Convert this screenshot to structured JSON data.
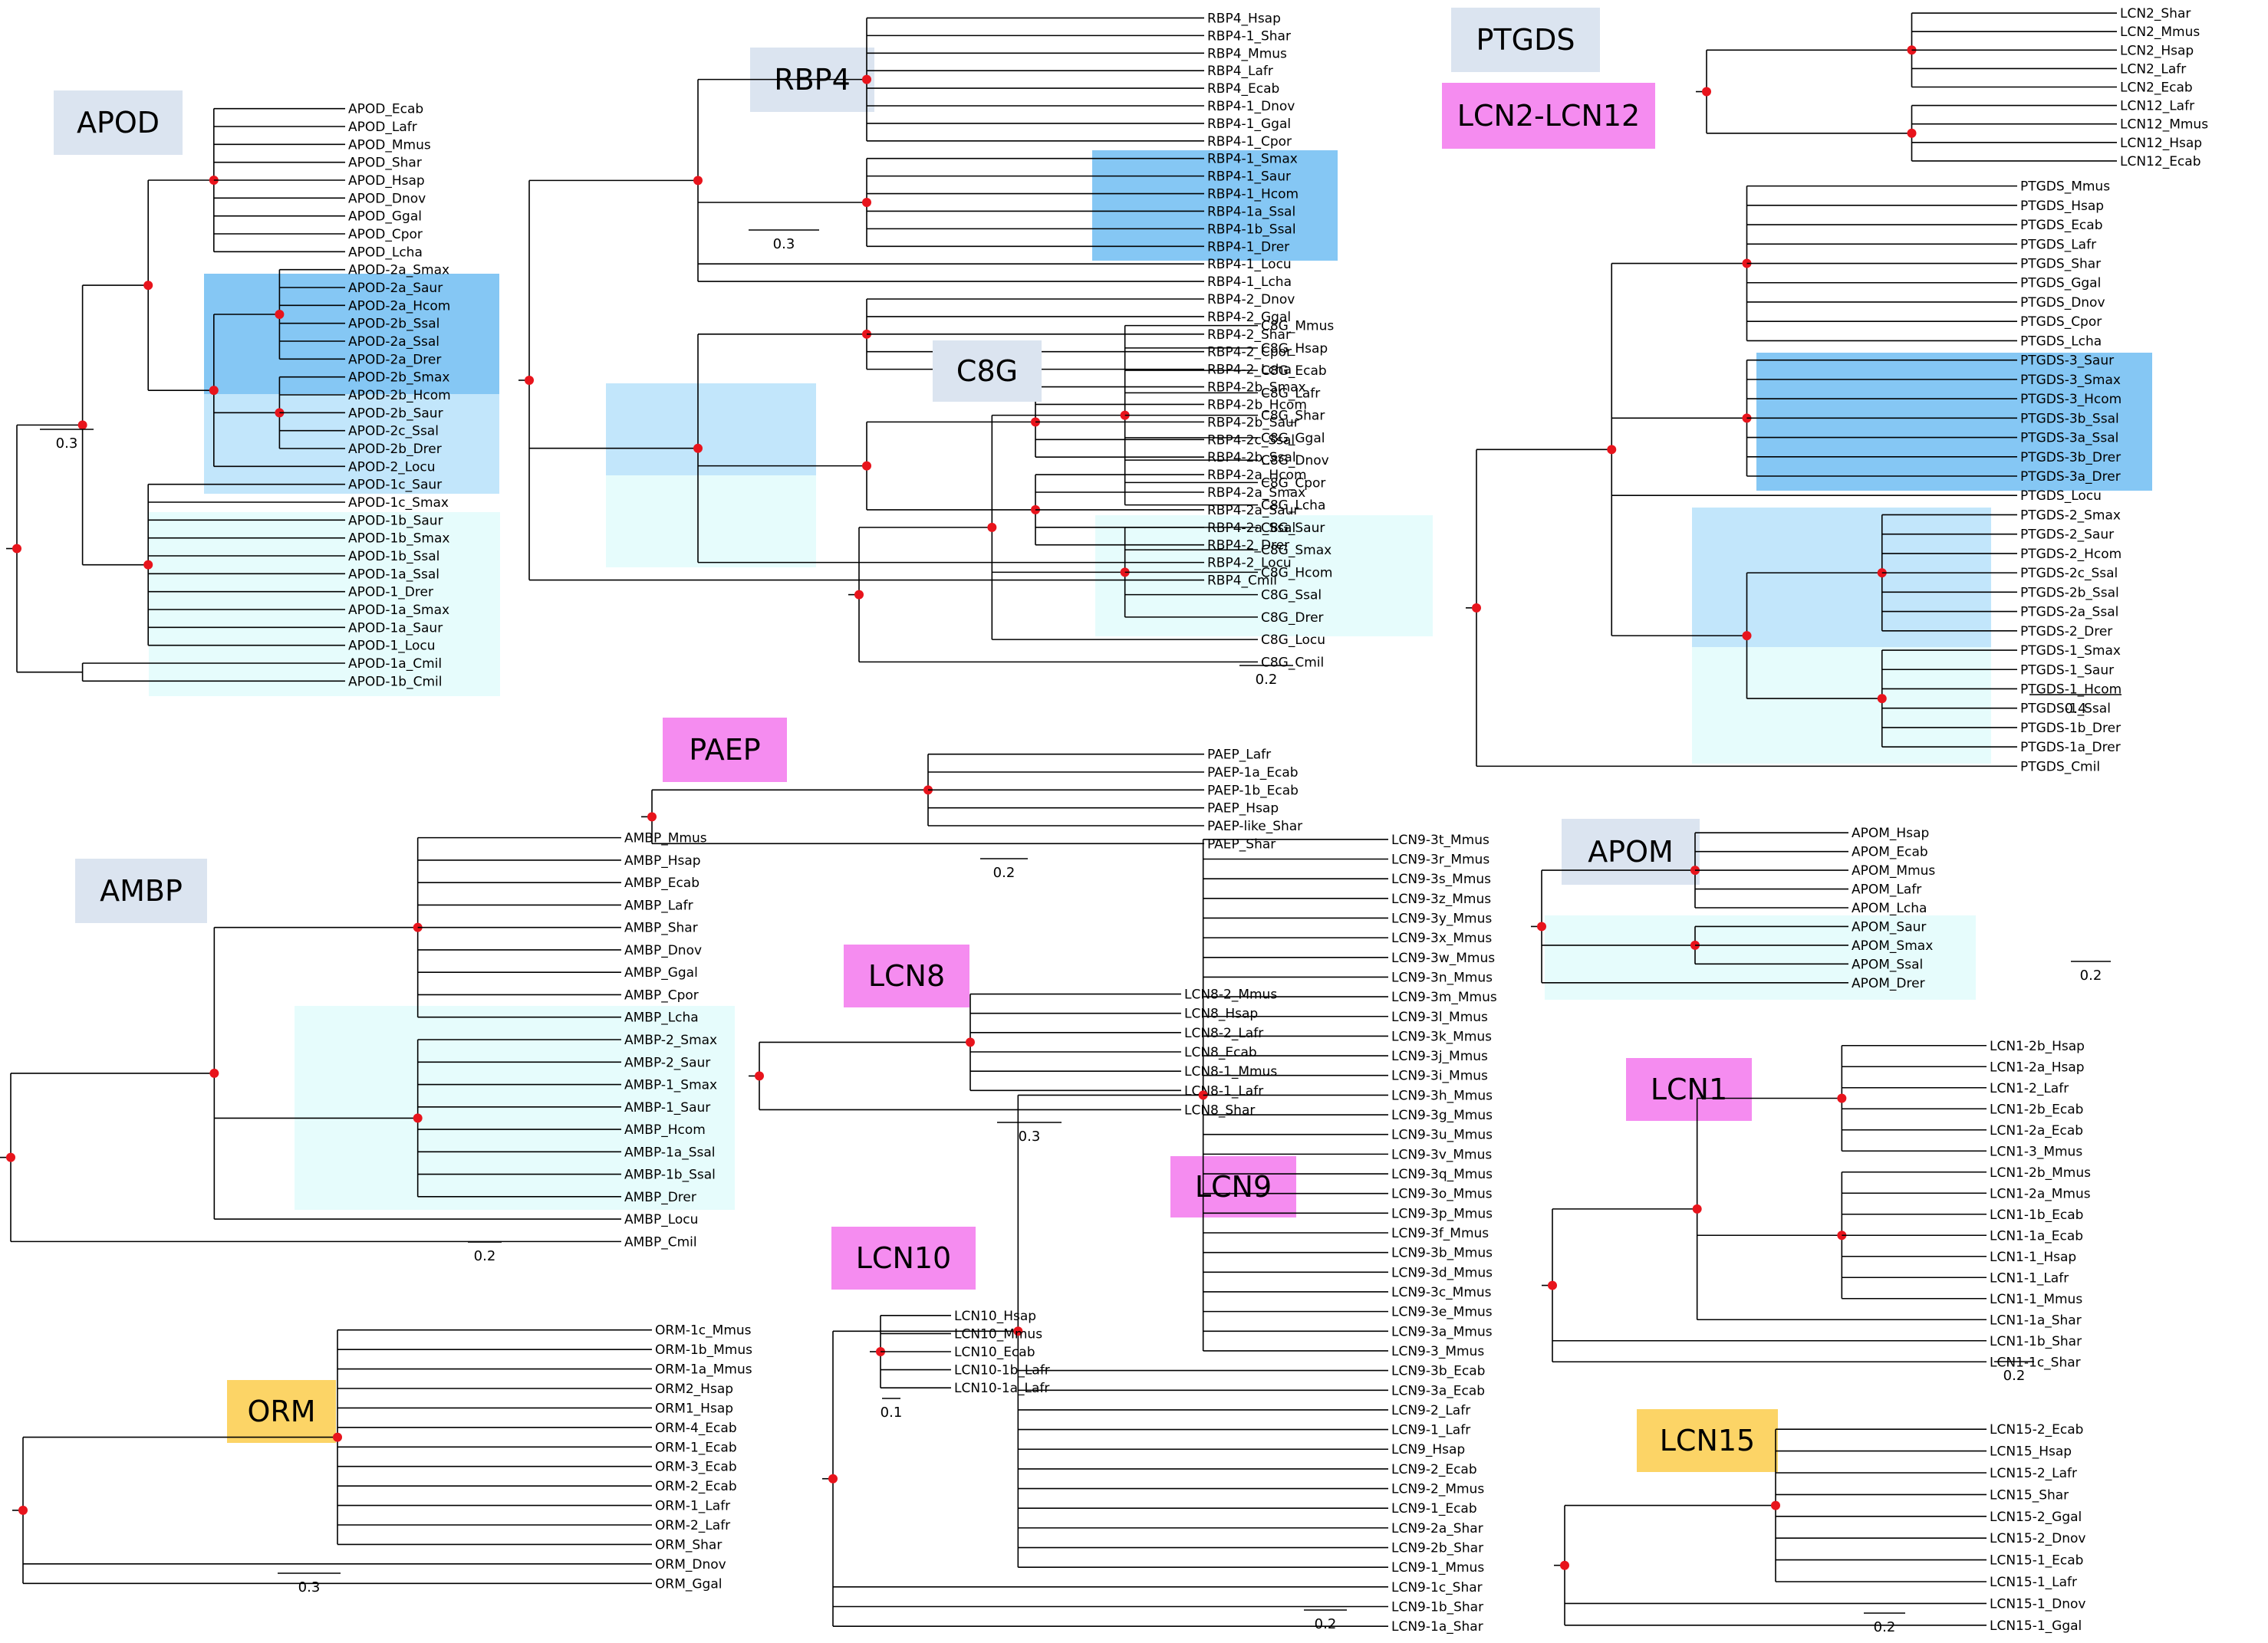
{
  "colors": {
    "title_gray": "#dbe4f0",
    "title_pink": "#f58cf0",
    "title_yellow": "#fcd466",
    "clade_pale": "#e6fcfc",
    "clade_light": "#c2e6fb",
    "clade_medium": "#85c7f4",
    "node_dot": "#e8141c"
  },
  "trees": [
    {
      "id": "apod",
      "title": "APOD",
      "title_color": "gray",
      "scale": "0.3",
      "tree": [
        "(",
        [
          "(",
          [
            "(",
            [
              "(",
              "APOD_Ecab",
              "APOD_Lafr",
              "APOD_Mmus",
              "APOD_Shar",
              "APOD_Hsap",
              "APOD_Dnov",
              "APOD_Ggal",
              "APOD_Cpor",
              "APOD_Lcha",
              ")"
            ],
            [
              "(",
              [
                "(",
                "APOD-2a_Smax",
                "APOD-2a_Saur",
                "APOD-2a_Hcom",
                "APOD-2b_Ssal",
                "APOD-2a_Ssal",
                "APOD-2a_Drer",
                ")"
              ],
              [
                "(",
                "APOD-2b_Smax",
                "APOD-2b_Hcom",
                "APOD-2b_Saur",
                "APOD-2c_Ssal",
                "APOD-2b_Drer",
                ")"
              ],
              "APOD-2_Locu",
              ")"
            ],
            ")"
          ],
          [
            "(",
            "APOD-1c_Saur",
            "APOD-1c_Smax",
            "APOD-1b_Saur",
            "APOD-1b_Smax",
            "APOD-1b_Ssal",
            "APOD-1a_Ssal",
            "APOD-1_Drer",
            "APOD-1a_Smax",
            "APOD-1a_Saur",
            "APOD-1_Locu",
            ")"
          ],
          ")"
        ],
        [
          "(",
          "APOD-1a_Cmil",
          "APOD-1b_Cmil",
          ")"
        ],
        ")"
      ]
    },
    {
      "id": "rbp4",
      "title": "RBP4",
      "title_color": "gray",
      "scale": "0.3",
      "tree": [
        "(",
        [
          "(",
          [
            "(",
            "RBP4_Hsap",
            "RBP4-1_Shar",
            "RBP4_Mmus",
            "RBP4_Lafr",
            "RBP4_Ecab",
            "RBP4-1_Dnov",
            "RBP4-1_Ggal",
            "RBP4-1_Cpor",
            ")"
          ],
          [
            "(",
            "RBP4-1_Smax",
            "RBP4-1_Saur",
            "RBP4-1_Hcom",
            "RBP4-1a_Ssal",
            "RBP4-1b_Ssal",
            "RBP4-1_Drer",
            ")"
          ],
          "RBP4-1_Locu",
          "RBP4-1_Lcha",
          ")"
        ],
        [
          "(",
          [
            "(",
            "RBP4-2_Dnov",
            "RBP4-2_Ggal",
            "RBP4-2_Shar",
            "RBP4-2_Cpor",
            "RBP4-2_Lcha",
            ")"
          ],
          [
            "(",
            [
              "(",
              "RBP4-2b_Smax",
              "RBP4-2b_Hcom",
              "RBP4-2b_Saur",
              "RBP4-2c_Ssal",
              "RBP4-2b_Ssal",
              ")"
            ],
            [
              "(",
              "RBP4-2a_Hcom",
              "RBP4-2a_Smax",
              "RBP4-2a_Saur",
              "RBP4-2a_Ssal",
              "RBP4-2_Drer",
              ")"
            ],
            ")"
          ],
          "RBP4-2_Locu",
          ")"
        ],
        "RBP4_Cmil",
        ")"
      ]
    },
    {
      "id": "c8g",
      "title": "C8G",
      "title_color": "gray",
      "scale": "0.2",
      "tree": [
        "(",
        [
          "(",
          [
            "(",
            "C8G_Mmus",
            "C8G_Hsap",
            "C8G_Ecab",
            "C8G_Lafr",
            "C8G_Shar",
            "C8G_Ggal",
            "C8G_Dnov",
            "C8G_Cpor",
            "C8G_Lcha",
            ")"
          ],
          [
            "(",
            "C8G_Saur",
            "C8G_Smax",
            "C8G_Hcom",
            "C8G_Ssal",
            "C8G_Drer",
            ")"
          ],
          "C8G_Locu",
          ")"
        ],
        "C8G_Cmil",
        ")"
      ]
    },
    {
      "id": "ptgds",
      "title": "PTGDS",
      "title_color": "gray",
      "scale": "0.4",
      "tree": [
        "(",
        [
          "(",
          [
            "(",
            "PTGDS_Mmus",
            "PTGDS_Hsap",
            "PTGDS_Ecab",
            "PTGDS_Lafr",
            "PTGDS_Shar",
            "PTGDS_Ggal",
            "PTGDS_Dnov",
            "PTGDS_Cpor",
            "PTGDS_Lcha",
            ")"
          ],
          [
            "(",
            "PTGDS-3_Saur",
            "PTGDS-3_Smax",
            "PTGDS-3_Hcom",
            "PTGDS-3b_Ssal",
            "PTGDS-3a_Ssal",
            "PTGDS-3b_Drer",
            "PTGDS-3a_Drer",
            ")"
          ],
          "PTGDS_Locu",
          [
            "(",
            [
              "(",
              "PTGDS-2_Smax",
              "PTGDS-2_Saur",
              "PTGDS-2_Hcom",
              "PTGDS-2c_Ssal",
              "PTGDS-2b_Ssal",
              "PTGDS-2a_Ssal",
              "PTGDS-2_Drer",
              ")"
            ],
            [
              "(",
              "PTGDS-1_Smax",
              "PTGDS-1_Saur",
              "PTGDS-1_Hcom",
              "PTGDS-1_Ssal",
              "PTGDS-1b_Drer",
              "PTGDS-1a_Drer",
              ")"
            ],
            ")"
          ],
          ")"
        ],
        "PTGDS_Cmil",
        ")"
      ]
    },
    {
      "id": "lcn2",
      "title": "LCN2-LCN12",
      "title_color": "pink",
      "scale": "",
      "tree": [
        "(",
        [
          "(",
          "LCN2_Shar",
          "LCN2_Mmus",
          "LCN2_Hsap",
          "LCN2_Lafr",
          "LCN2_Ecab",
          ")"
        ],
        [
          "(",
          "LCN12_Lafr",
          "LCN12_Mmus",
          "LCN12_Hsap",
          "LCN12_Ecab",
          ")"
        ],
        ")"
      ]
    },
    {
      "id": "paep",
      "title": "PAEP",
      "title_color": "pink",
      "scale": "0.2",
      "tree": [
        "(",
        [
          "(",
          "PAEP_Lafr",
          "PAEP-1a_Ecab",
          "PAEP-1b_Ecab",
          "PAEP_Hsap",
          "PAEP-like_Shar",
          ")"
        ],
        "PAEP_Shar",
        ")"
      ]
    },
    {
      "id": "ambp",
      "title": "AMBP",
      "title_color": "gray",
      "scale": "0.2",
      "tree": [
        "(",
        [
          "(",
          [
            "(",
            "AMBP_Mmus",
            "AMBP_Hsap",
            "AMBP_Ecab",
            "AMBP_Lafr",
            "AMBP_Shar",
            "AMBP_Dnov",
            "AMBP_Ggal",
            "AMBP_Cpor",
            "AMBP_Lcha",
            ")"
          ],
          [
            "(",
            "AMBP-2_Smax",
            "AMBP-2_Saur",
            "AMBP-1_Smax",
            "AMBP-1_Saur",
            "AMBP_Hcom",
            "AMBP-1a_Ssal",
            "AMBP-1b_Ssal",
            "AMBP_Drer",
            ")"
          ],
          "AMBP_Locu",
          ")"
        ],
        "AMBP_Cmil",
        ")"
      ]
    },
    {
      "id": "apom",
      "title": "APOM",
      "title_color": "gray",
      "scale": "0.2",
      "tree": [
        "(",
        [
          "(",
          "APOM_Hsap",
          "APOM_Ecab",
          "APOM_Mmus",
          "APOM_Lafr",
          "APOM_Lcha",
          ")"
        ],
        [
          "(",
          "APOM_Saur",
          "APOM_Smax",
          "APOM_Ssal",
          ")"
        ],
        "APOM_Drer",
        ")"
      ]
    },
    {
      "id": "lcn8",
      "title": "LCN8",
      "title_color": "pink",
      "scale": "0.3",
      "tree": [
        "(",
        [
          "(",
          "LCN8-2_Mmus",
          "LCN8_Hsap",
          "LCN8-2_Lafr",
          "LCN8_Ecab",
          "LCN8-1_Mmus",
          "LCN8-1_Lafr",
          ")"
        ],
        "LCN8_Shar",
        ")"
      ]
    },
    {
      "id": "lcn1",
      "title": "LCN1",
      "title_color": "pink",
      "scale": "0.2",
      "tree": [
        "(",
        [
          "(",
          [
            "(",
            "LCN1-2b_Hsap",
            "LCN1-2a_Hsap",
            "LCN1-2_Lafr",
            "LCN1-2b_Ecab",
            "LCN1-2a_Ecab",
            "LCN1-3_Mmus",
            ")"
          ],
          [
            "(",
            "LCN1-2b_Mmus",
            "LCN1-2a_Mmus",
            "LCN1-1b_Ecab",
            "LCN1-1a_Ecab",
            "LCN1-1_Hsap",
            "LCN1-1_Lafr",
            "LCN1-1_Mmus",
            ")"
          ],
          "LCN1-1a_Shar",
          ")"
        ],
        "LCN1-1b_Shar",
        "LCN1-1c_Shar",
        ")"
      ]
    },
    {
      "id": "lcn9",
      "title": "LCN9",
      "title_color": "pink",
      "scale": "0.2",
      "tree": [
        "(",
        [
          "(",
          [
            "(",
            "LCN9-3t_Mmus",
            "LCN9-3r_Mmus",
            "LCN9-3s_Mmus",
            "LCN9-3z_Mmus",
            "LCN9-3y_Mmus",
            "LCN9-3x_Mmus",
            "LCN9-3w_Mmus",
            "LCN9-3n_Mmus",
            "LCN9-3m_Mmus",
            "LCN9-3l_Mmus",
            "LCN9-3k_Mmus",
            "LCN9-3j_Mmus",
            "LCN9-3i_Mmus",
            "LCN9-3h_Mmus",
            "LCN9-3g_Mmus",
            "LCN9-3u_Mmus",
            "LCN9-3v_Mmus",
            "LCN9-3q_Mmus",
            "LCN9-3o_Mmus",
            "LCN9-3p_Mmus",
            "LCN9-3f_Mmus",
            "LCN9-3b_Mmus",
            "LCN9-3d_Mmus",
            "LCN9-3c_Mmus",
            "LCN9-3e_Mmus",
            "LCN9-3a_Mmus",
            "LCN9-3_Mmus",
            ")"
          ],
          "LCN9-3b_Ecab",
          "LCN9-3a_Ecab",
          "LCN9-2_Lafr",
          "LCN9-1_Lafr",
          "LCN9_Hsap",
          "LCN9-2_Ecab",
          "LCN9-2_Mmus",
          "LCN9-1_Ecab",
          "LCN9-2a_Shar",
          "LCN9-2b_Shar",
          "LCN9-1_Mmus",
          ")"
        ],
        "LCN9-1c_Shar",
        "LCN9-1b_Shar",
        "LCN9-1a_Shar",
        ")"
      ]
    },
    {
      "id": "lcn10",
      "title": "LCN10",
      "title_color": "pink",
      "scale": "0.1",
      "tree": [
        "(",
        "LCN10_Hsap",
        "LCN10_Mmus",
        "LCN10_Ecab",
        "LCN10-1b_Lafr",
        "LCN10-1a_Lafr",
        ")"
      ]
    },
    {
      "id": "orm",
      "title": "ORM",
      "title_color": "yellow",
      "scale": "0.3",
      "tree": [
        "(",
        [
          "(",
          "ORM-1c_Mmus",
          "ORM-1b_Mmus",
          "ORM-1a_Mmus",
          "ORM2_Hsap",
          "ORM1_Hsap",
          "ORM-4_Ecab",
          "ORM-1_Ecab",
          "ORM-3_Ecab",
          "ORM-2_Ecab",
          "ORM-1_Lafr",
          "ORM-2_Lafr",
          "ORM_Shar",
          ")"
        ],
        "ORM_Dnov",
        "ORM_Ggal",
        ")"
      ]
    },
    {
      "id": "lcn15",
      "title": "LCN15",
      "title_color": "yellow",
      "scale": "0.2",
      "tree": [
        "(",
        [
          "(",
          "LCN15-2_Ecab",
          "LCN15_Hsap",
          "LCN15-2_Lafr",
          "LCN15_Shar",
          "LCN15-2_Ggal",
          "LCN15-2_Dnov",
          "LCN15-1_Ecab",
          "LCN15-1_Lafr",
          ")"
        ],
        "LCN15-1_Dnov",
        "LCN15-1_Ggal",
        ")"
      ]
    }
  ]
}
